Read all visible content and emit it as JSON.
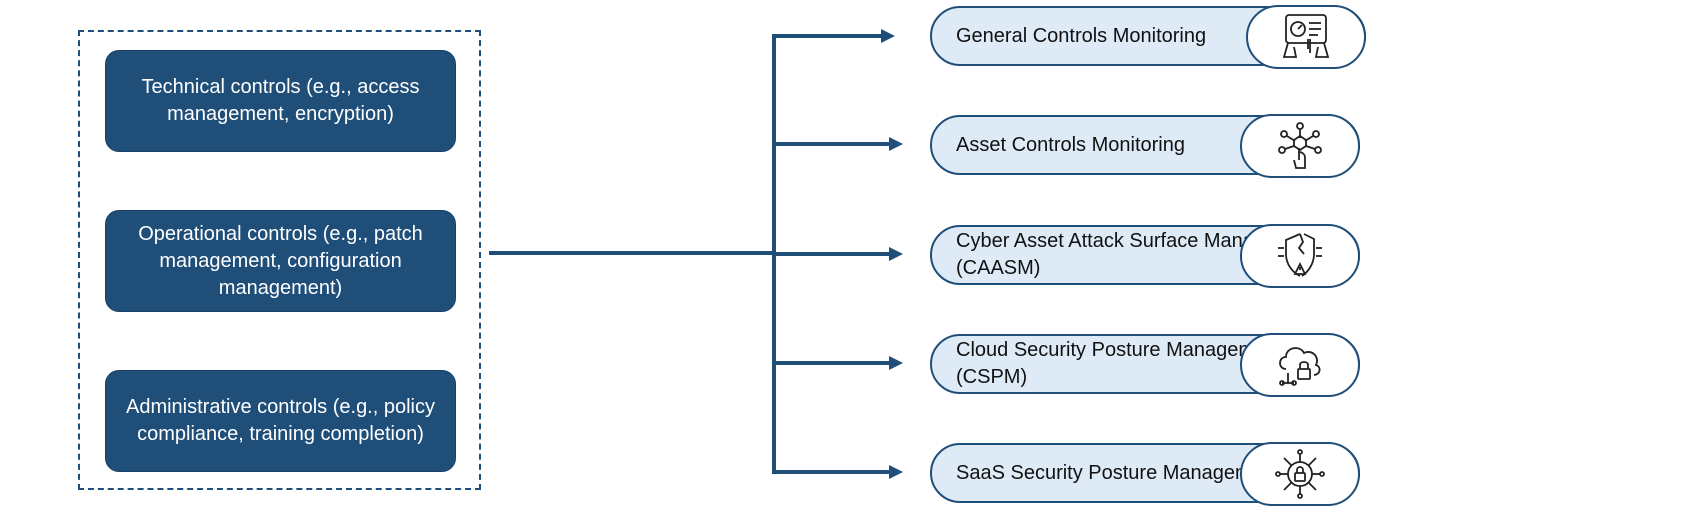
{
  "colors": {
    "primary": "#1f4e79",
    "pill_fill": "#deebf7",
    "arrow": "#1f4e79"
  },
  "controls": [
    {
      "label": "Technical controls (e.g., access management, encryption)"
    },
    {
      "label": "Operational controls (e.g., patch management, configuration management)"
    },
    {
      "label": "Administrative controls (e.g., policy compliance, training completion)"
    }
  ],
  "outputs": [
    {
      "label": "General Controls Monitoring",
      "icon": "dashboard-touch-icon"
    },
    {
      "label": "Asset Controls Monitoring",
      "icon": "network-touch-icon"
    },
    {
      "label": "Cyber Asset Attack Surface Management (CAASM)",
      "icon": "broken-shield-icon"
    },
    {
      "label": "Cloud Security Posture Management (CSPM)",
      "icon": "cloud-lock-icon"
    },
    {
      "label": "SaaS Security Posture Management (SSPM)",
      "icon": "circuit-lock-icon"
    }
  ]
}
